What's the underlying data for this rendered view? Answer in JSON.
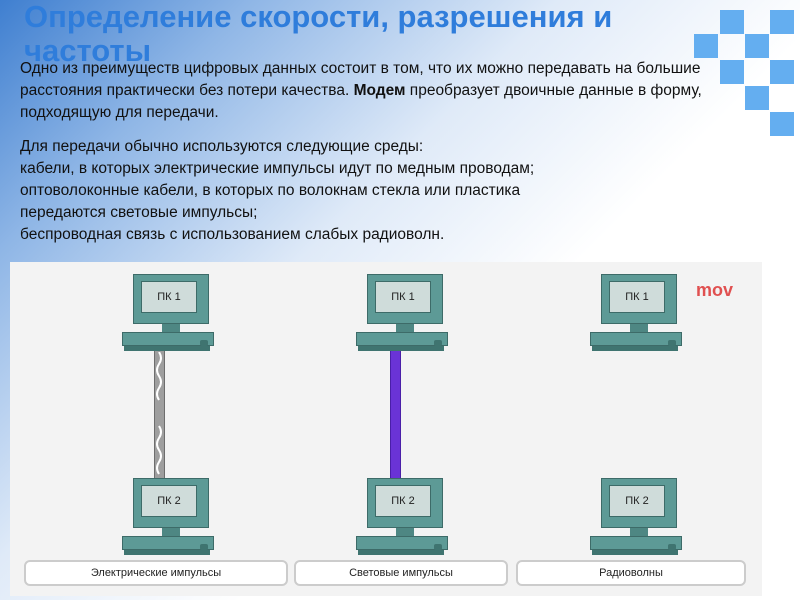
{
  "slide": {
    "title": "Определение скорости, разрешения и частоты",
    "paragraph1": {
      "text": "Одно из преимуществ цифровых данных состоит в том, что их можно передавать на большие расстояния практически без потери качества.",
      "bold_term": "Модем",
      "rest": " преобразует двоичные данные в форму, подходящую для передачи."
    },
    "paragraph2": {
      "lines": [
        "Для передачи обычно используются следующие среды:",
        "кабели, в которых электрические импульсы идут по медным проводам;",
        "оптоволоконные кабели, в которых по волокнам стекла или пластика",
        "передаются световые импульсы;",
        "беспроводная связь с использованием слабых радиоволн."
      ]
    }
  },
  "diagram": {
    "columns": [
      {
        "top_pc": "ПК 1",
        "bottom_pc": "ПК 2",
        "label": "Электрические импульсы",
        "medium": "copper"
      },
      {
        "top_pc": "ПК 1",
        "bottom_pc": "ПК 2",
        "label": "Световые импульсы",
        "medium": "fiber"
      },
      {
        "top_pc": "ПК 1",
        "bottom_pc": "ПК 2",
        "label": "Радиоволны",
        "medium": "wireless"
      }
    ],
    "badge": "mov",
    "colors": {
      "pc": "#5d9a96",
      "copper_cable": "#9e9e9e",
      "fiber_cable": "#6a33d6",
      "title": "#2f7ddb",
      "decor_squares": "#64aef0",
      "badge": "#e05050"
    }
  }
}
